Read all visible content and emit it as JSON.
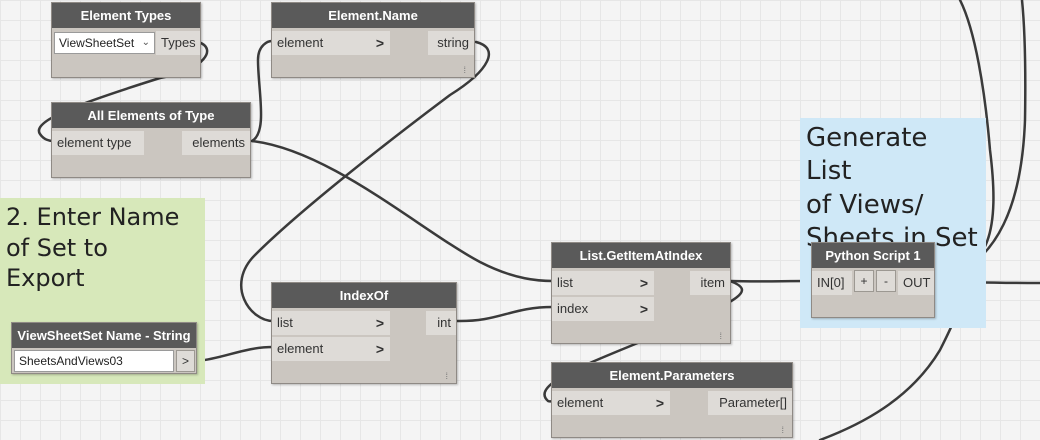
{
  "groups": {
    "enter_name": {
      "title": "2.  Enter Name\nof Set to\nExport",
      "color": "#d7e8ba"
    },
    "generate_list": {
      "title": "Generate List\nof Views/\nSheets in Set",
      "color": "#cfe8f7"
    }
  },
  "nodes": {
    "element_types": {
      "title": "Element Types",
      "dropdown_value": "ViewSheetSet",
      "output": "Types"
    },
    "element_name": {
      "title": "Element.Name",
      "input": "element",
      "output": "string"
    },
    "all_elements_of_type": {
      "title": "All Elements of Type",
      "input": "element type",
      "output": "elements"
    },
    "viewsheetset_name": {
      "title": "ViewSheetSet Name - String",
      "value": "SheetsAndViews03",
      "output": ">"
    },
    "index_of": {
      "title": "IndexOf",
      "inputs": [
        "list",
        "element"
      ],
      "output": "int"
    },
    "list_get_item_at_index": {
      "title": "List.GetItemAtIndex",
      "inputs": [
        "list",
        "index"
      ],
      "output": "item"
    },
    "python_script": {
      "title": "Python Script 1",
      "input": "IN[0]",
      "add": "+",
      "remove": "-",
      "output": "OUT"
    },
    "element_parameters": {
      "title": "Element.Parameters",
      "input": "element",
      "output": "Parameter[]"
    }
  },
  "icons": {
    "input_chevron": ">",
    "dropdown_arrow": "⌄",
    "resize_grip": "⁞"
  },
  "colors": {
    "node_header": "#5a5a5a",
    "node_body": "#cbc6c0",
    "wire": "#3a3a3a"
  }
}
